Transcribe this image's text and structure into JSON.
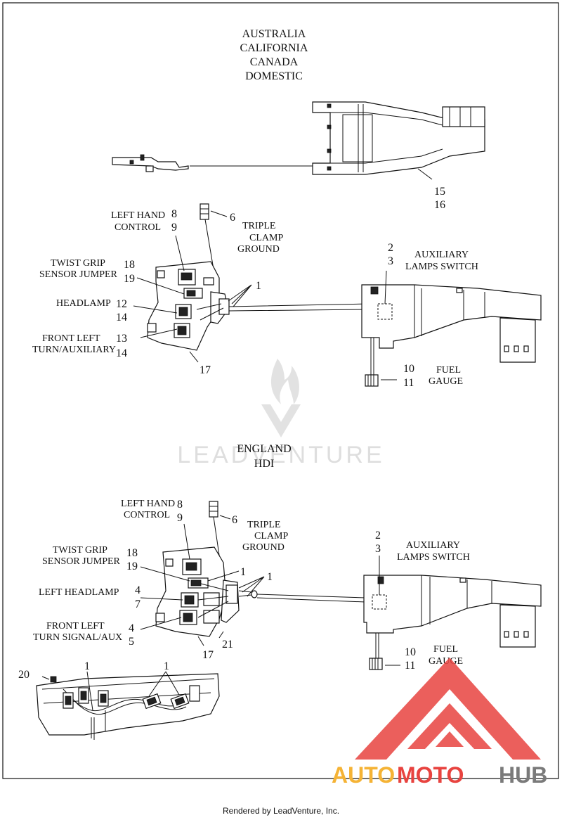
{
  "top_section": {
    "regions": [
      "AUSTRALIA",
      "CALIFORNIA",
      "CANADA",
      "DOMESTIC"
    ],
    "labels": {
      "left_hand_control": [
        "LEFT HAND",
        "CONTROL"
      ],
      "twist_grip": [
        "TWIST GRIP",
        "SENSOR JUMPER"
      ],
      "headlamp": "HEADLAMP",
      "front_left": [
        "FRONT LEFT",
        "TURN/AUXILIARY"
      ],
      "triple_clamp": [
        "TRIPLE",
        "CLAMP",
        "GROUND"
      ],
      "aux_lamps": [
        "AUXILIARY",
        "LAMPS SWITCH"
      ],
      "fuel_gauge": [
        "FUEL",
        "GAUGE"
      ]
    },
    "numbers": {
      "n15": "15",
      "n16": "16",
      "n8": "8",
      "n9": "9",
      "n6": "6",
      "n18": "18",
      "n19": "19",
      "n1": "1",
      "n12": "12",
      "n14a": "14",
      "n13": "13",
      "n14b": "14",
      "n17": "17",
      "n2": "2",
      "n3": "3",
      "n10": "10",
      "n11": "11"
    }
  },
  "bottom_section": {
    "regions": [
      "ENGLAND",
      "HDI"
    ],
    "labels": {
      "left_hand_control": [
        "LEFT HAND",
        "CONTROL"
      ],
      "twist_grip": [
        "TWIST GRIP",
        "SENSOR JUMPER"
      ],
      "left_headlamp": "LEFT HEADLAMP",
      "front_left": [
        "FRONT LEFT",
        "TURN SIGNAL/AUX"
      ],
      "triple_clamp": [
        "TRIPLE",
        "CLAMP",
        "GROUND"
      ],
      "aux_lamps": [
        "AUXILIARY",
        "LAMPS SWITCH"
      ],
      "fuel_gauge": [
        "FUEL",
        "GAUGE"
      ]
    },
    "numbers": {
      "n8": "8",
      "n9": "9",
      "n6": "6",
      "n18": "18",
      "n19": "19",
      "n1a": "1",
      "n1b": "1",
      "n4a": "4",
      "n7": "7",
      "n4b": "4",
      "n5": "5",
      "n21": "21",
      "n17": "17",
      "n2": "2",
      "n3": "3",
      "n10": "10",
      "n11": "11",
      "n20": "20",
      "n1c": "1",
      "n1d": "1"
    }
  },
  "watermark": {
    "text": "LEADVENTURE"
  },
  "brand": {
    "part1": "AUTO",
    "part2": "MOTO",
    "part3": "HUB",
    "colors": {
      "red": "#e8433f",
      "orange": "#f5b335",
      "gray": "#7a7a7a"
    }
  },
  "footer": {
    "text": "Rendered by LeadVenture, Inc."
  }
}
